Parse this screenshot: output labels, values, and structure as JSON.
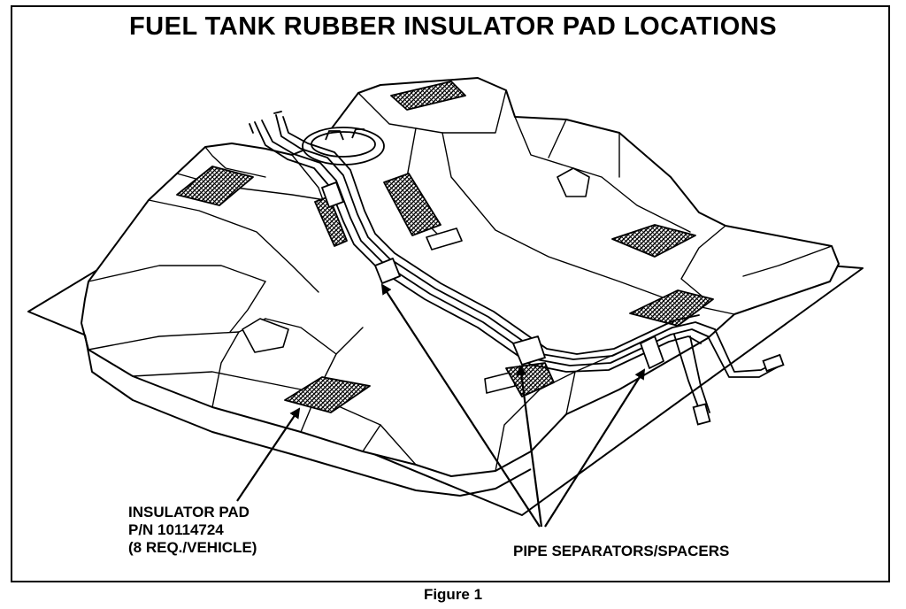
{
  "diagram": {
    "title": "FUEL TANK RUBBER INSULATOR PAD LOCATIONS",
    "insulator_pad": {
      "name": "INSULATOR PAD",
      "part_number": "P/N 10114724",
      "quantity": "(8 REQ./VEHICLE)"
    },
    "pipe_separators": "PIPE SEPARATORS/SPACERS",
    "caption": "Figure 1"
  }
}
